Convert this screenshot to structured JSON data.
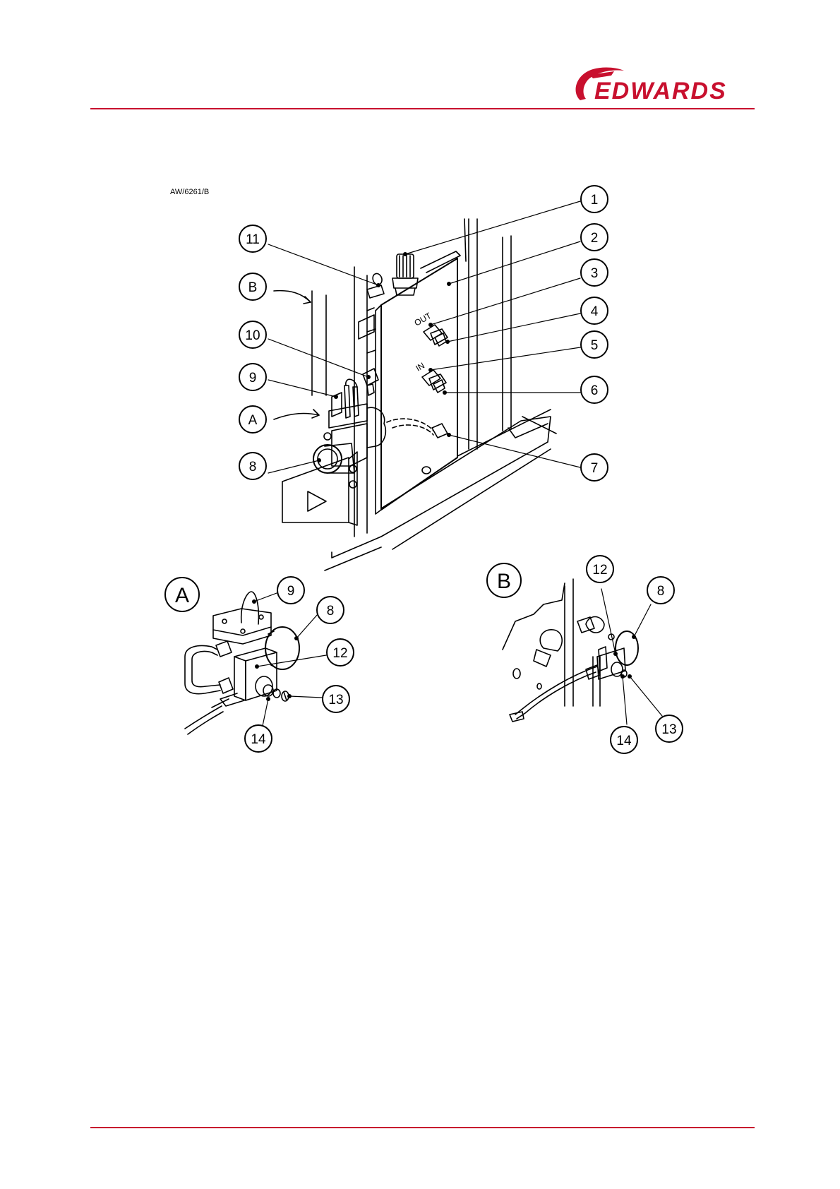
{
  "brand": {
    "name": "EDWARDS",
    "color": "#c8102e"
  },
  "figure": {
    "code": "AW/6261/B",
    "panel_labels": {
      "out": "OUT",
      "in": "IN"
    },
    "callouts_main": [
      "1",
      "2",
      "3",
      "4",
      "5",
      "6",
      "7",
      "8",
      "9",
      "10",
      "11"
    ],
    "view_markers": [
      "B",
      "A"
    ],
    "detail_a": {
      "title": "A",
      "callouts": [
        "9",
        "8",
        "12",
        "13",
        "14"
      ]
    },
    "detail_b": {
      "title": "B",
      "callouts": [
        "12",
        "8",
        "13",
        "14"
      ]
    }
  }
}
